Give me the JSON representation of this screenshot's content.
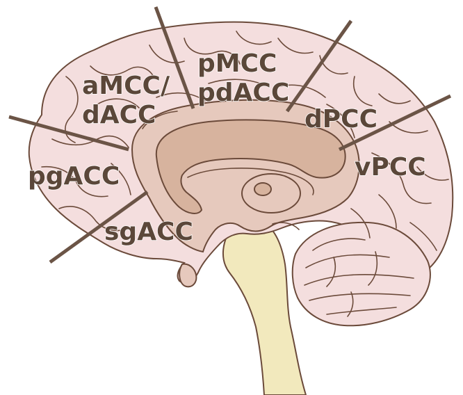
{
  "colors": {
    "cortex": "#f4dede",
    "limbic": "#e6c9bd",
    "corpus_callosum": "#d7b39e",
    "brainstem": "#f2e9bd",
    "outline": "#6b4a3a",
    "label": "#5b4739",
    "divider": "#6b5446"
  },
  "labels": {
    "amcc_line1": "aMCC/",
    "amcc_line2": "dACC",
    "pmcc_line1": "pMCC",
    "pmcc_line2": "pdACC",
    "dpcc": "dPCC",
    "vpcc": "vPCC",
    "pgacc": "pgACC",
    "sgacc": "sgACC"
  }
}
